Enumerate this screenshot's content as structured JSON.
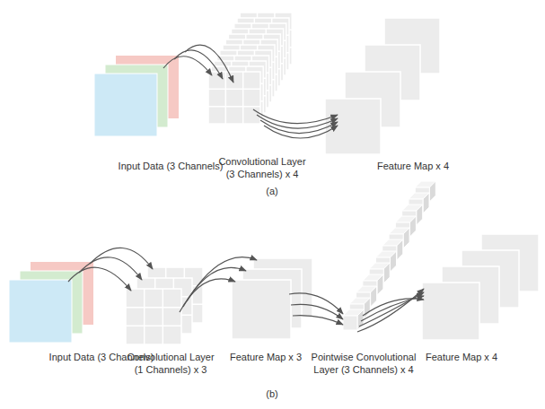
{
  "diagram": {
    "labels": [
      "Input Data (3 Channels)",
      "Convolutional Layer (3 Channels) x 4",
      "Feature Map x 4",
      "(a)",
      "Input Data (3 Channels)",
      "Convolutional Layer (1 Channels) x 3",
      "Feature Map x 3",
      "Pointwise Convolutional Layer (3 Channels) x 4",
      "Feature Map x 4",
      "(b)"
    ]
  }
}
